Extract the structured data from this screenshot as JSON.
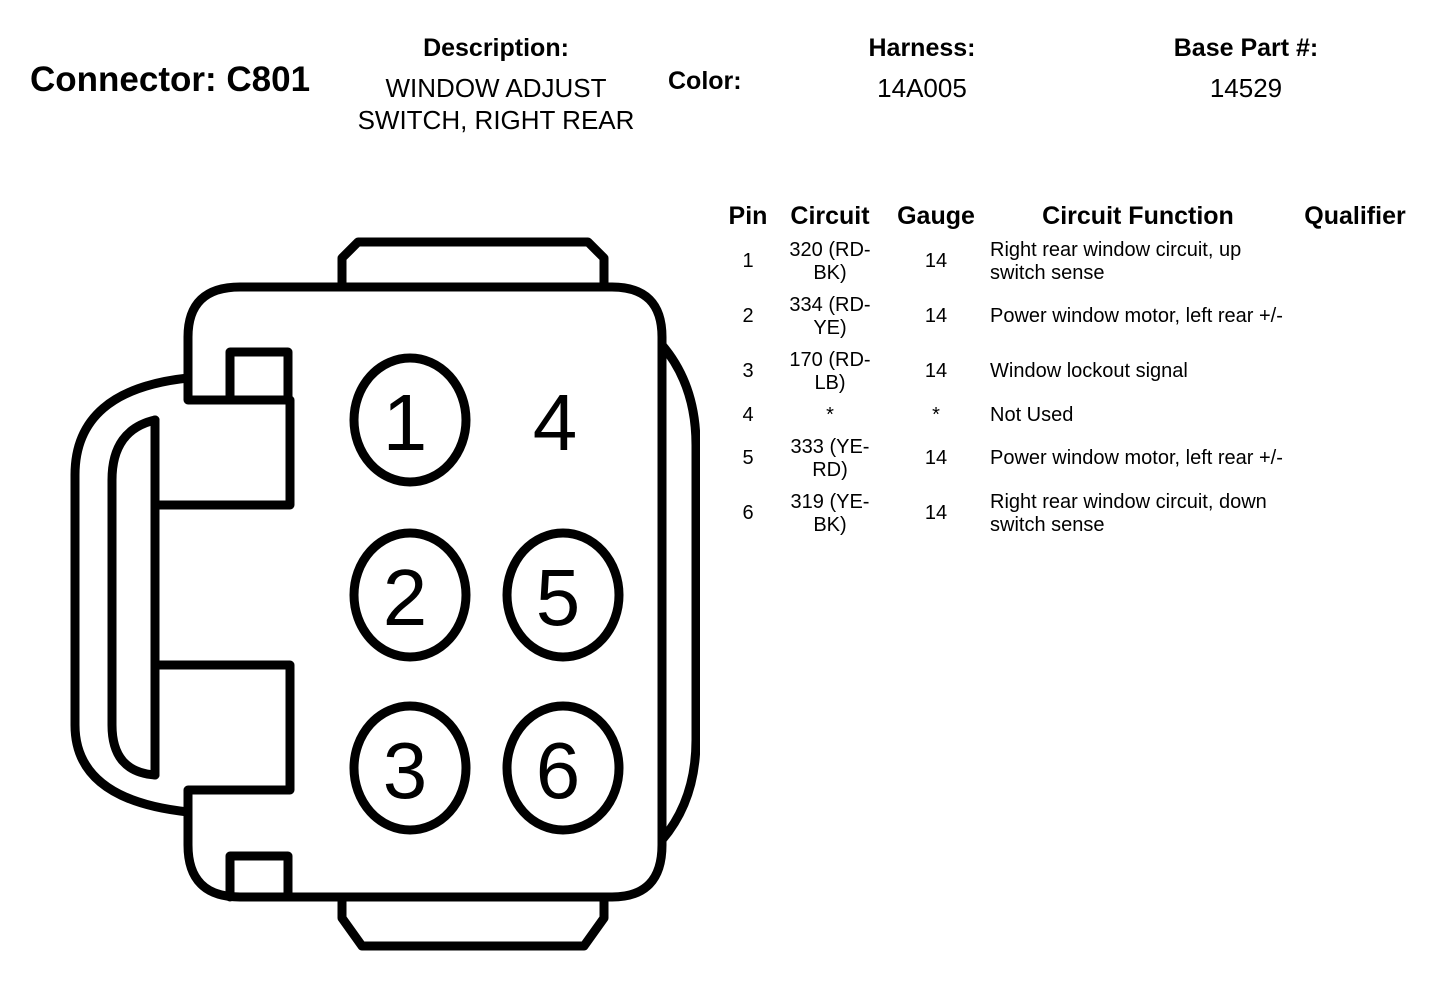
{
  "header": {
    "connector_title": "Connector: C801",
    "description_label": "Description:",
    "description_line1": "WINDOW ADJUST",
    "description_line2": "SWITCH, RIGHT REAR",
    "color_label": "Color:",
    "harness_label": "Harness:",
    "harness_value": "14A005",
    "base_part_label": "Base Part #:",
    "base_part_value": "14529"
  },
  "connector": {
    "pins": [
      "1",
      "2",
      "3",
      "4",
      "5",
      "6"
    ]
  },
  "table": {
    "headers": {
      "pin": "Pin",
      "circuit": "Circuit",
      "gauge": "Gauge",
      "function": "Circuit Function",
      "qualifier": "Qualifier"
    },
    "rows": [
      {
        "pin": "1",
        "circuit": "320 (RD-BK)",
        "gauge": "14",
        "function": "Right rear window circuit, up switch sense",
        "qualifier": ""
      },
      {
        "pin": "2",
        "circuit": "334 (RD-YE)",
        "gauge": "14",
        "function": "Power window motor, left rear +/-",
        "qualifier": ""
      },
      {
        "pin": "3",
        "circuit": "170 (RD-LB)",
        "gauge": "14",
        "function": "Window lockout signal",
        "qualifier": ""
      },
      {
        "pin": "4",
        "circuit": "*",
        "gauge": "*",
        "function": "Not Used",
        "qualifier": ""
      },
      {
        "pin": "5",
        "circuit": "333 (YE-RD)",
        "gauge": "14",
        "function": "Power window motor, left rear +/-",
        "qualifier": ""
      },
      {
        "pin": "6",
        "circuit": "319 (YE-BK)",
        "gauge": "14",
        "function": "Right rear window circuit, down switch sense",
        "qualifier": ""
      }
    ]
  }
}
